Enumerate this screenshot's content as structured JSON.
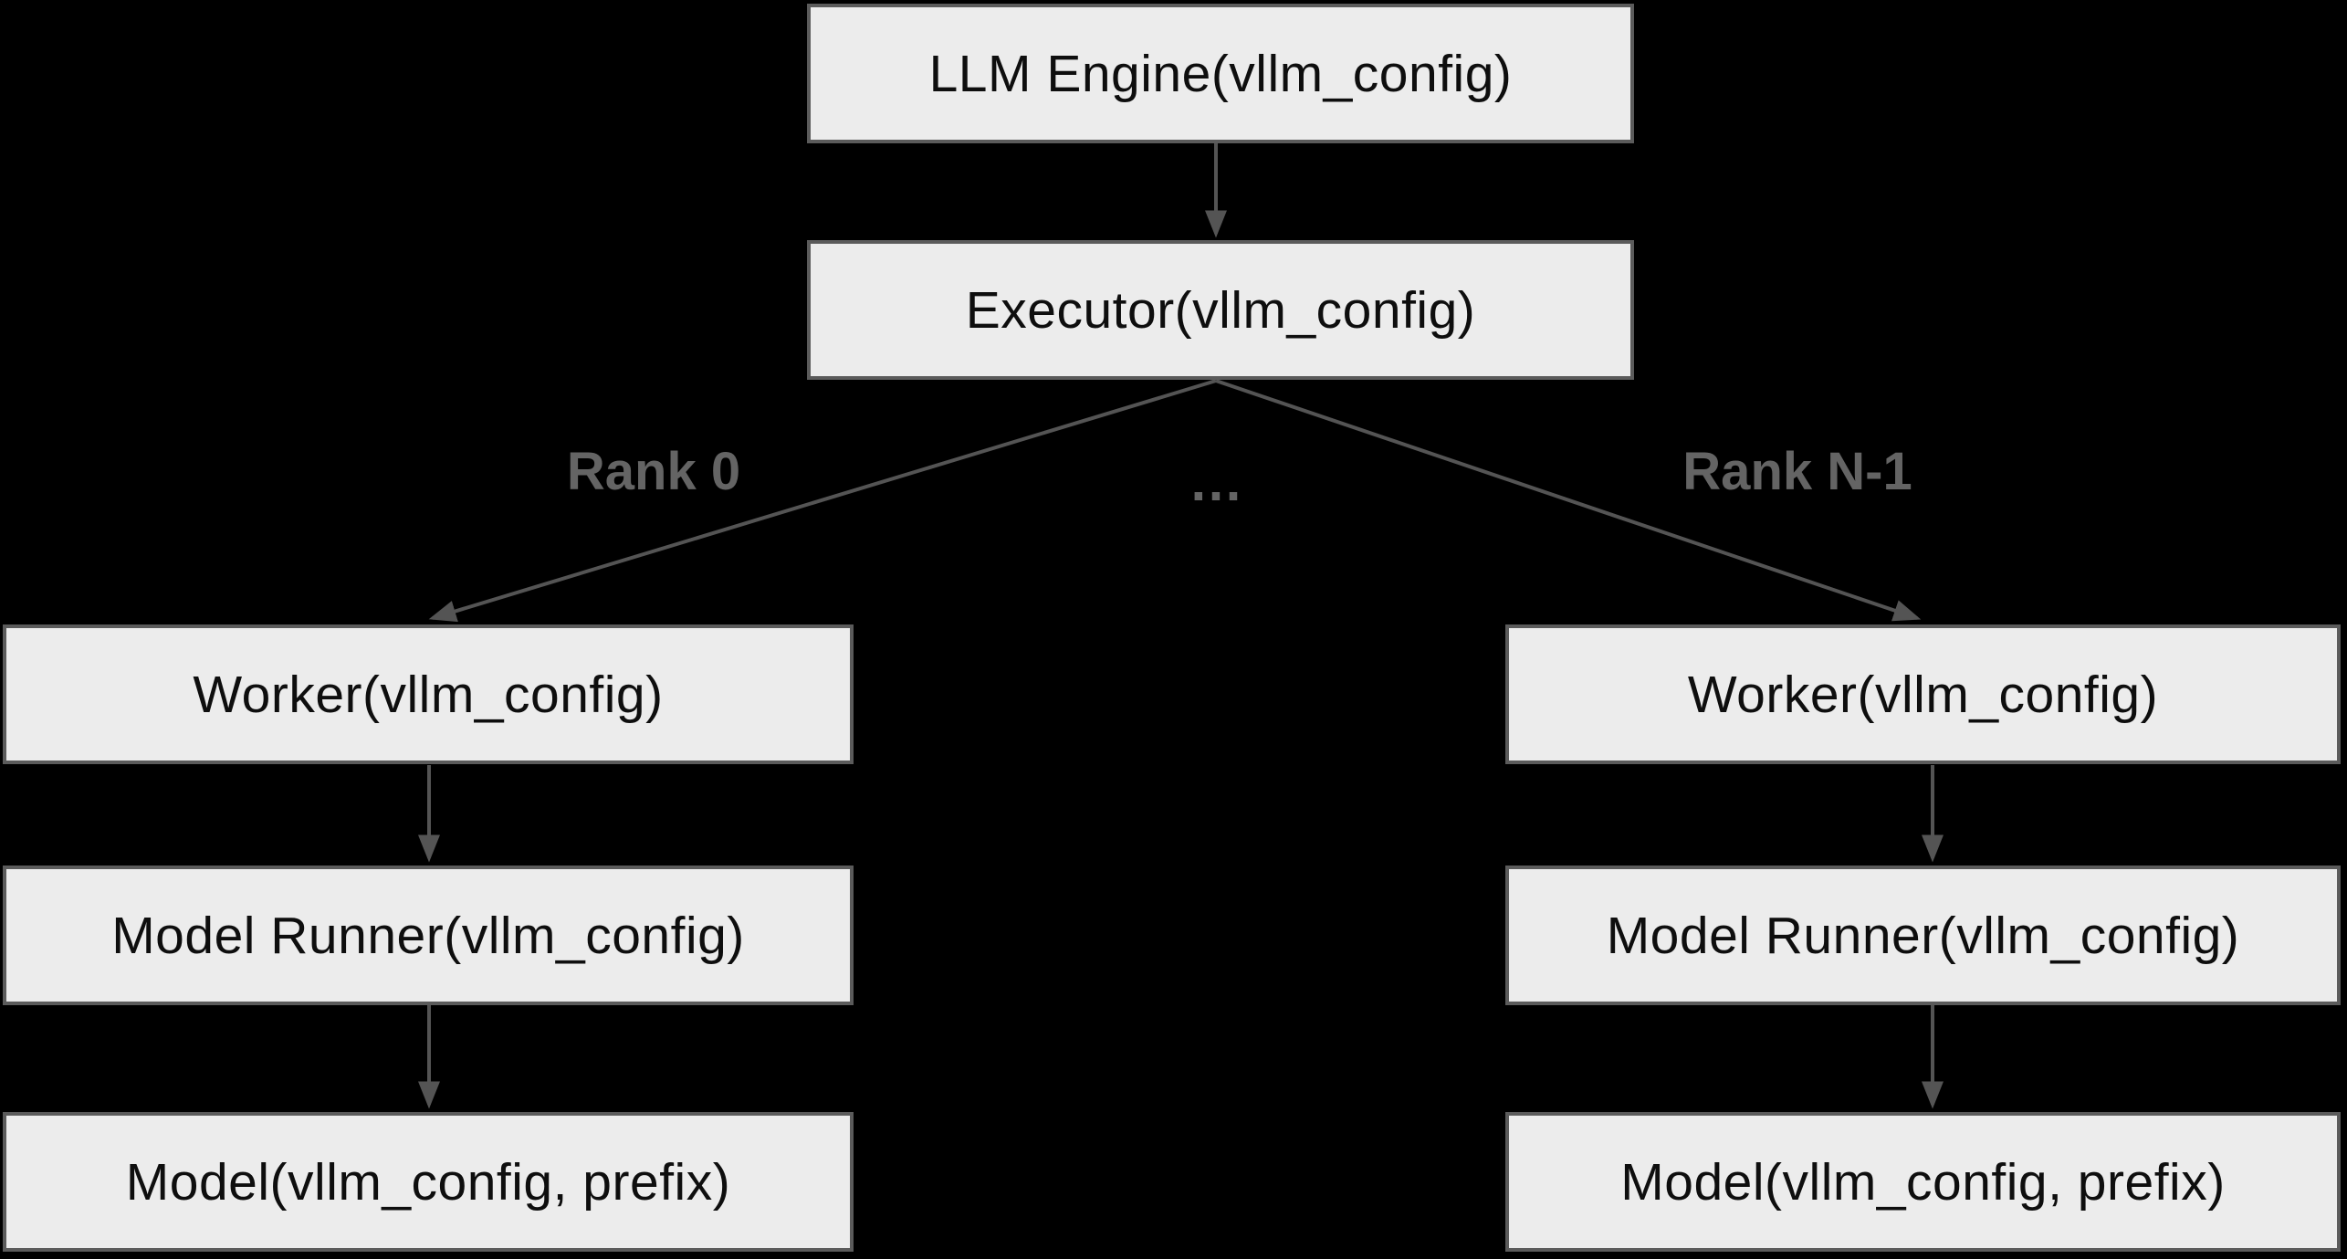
{
  "theme": {
    "background": "#000000",
    "node_fill": "#ececec",
    "node_border": "#5b5b5b",
    "node_text": "#0e0e0e",
    "edge_color": "#545454",
    "edge_label_color": "#646464"
  },
  "diagram": {
    "nodes": {
      "llm_engine": {
        "label": "LLM Engine(vllm_config)"
      },
      "executor": {
        "label": "Executor(vllm_config)"
      },
      "worker_rank0": {
        "label": "Worker(vllm_config)"
      },
      "model_runner_rank0": {
        "label": "Model Runner(vllm_config)"
      },
      "model_rank0": {
        "label": "Model(vllm_config, prefix)"
      },
      "worker_rankn": {
        "label": "Worker(vllm_config)"
      },
      "model_runner_rankn": {
        "label": "Model Runner(vllm_config)"
      },
      "model_rankn": {
        "label": "Model(vllm_config, prefix)"
      }
    },
    "edge_labels": {
      "rank0": "Rank 0",
      "ellipsis": "…",
      "rank_n_minus_1": "Rank N-1"
    }
  }
}
